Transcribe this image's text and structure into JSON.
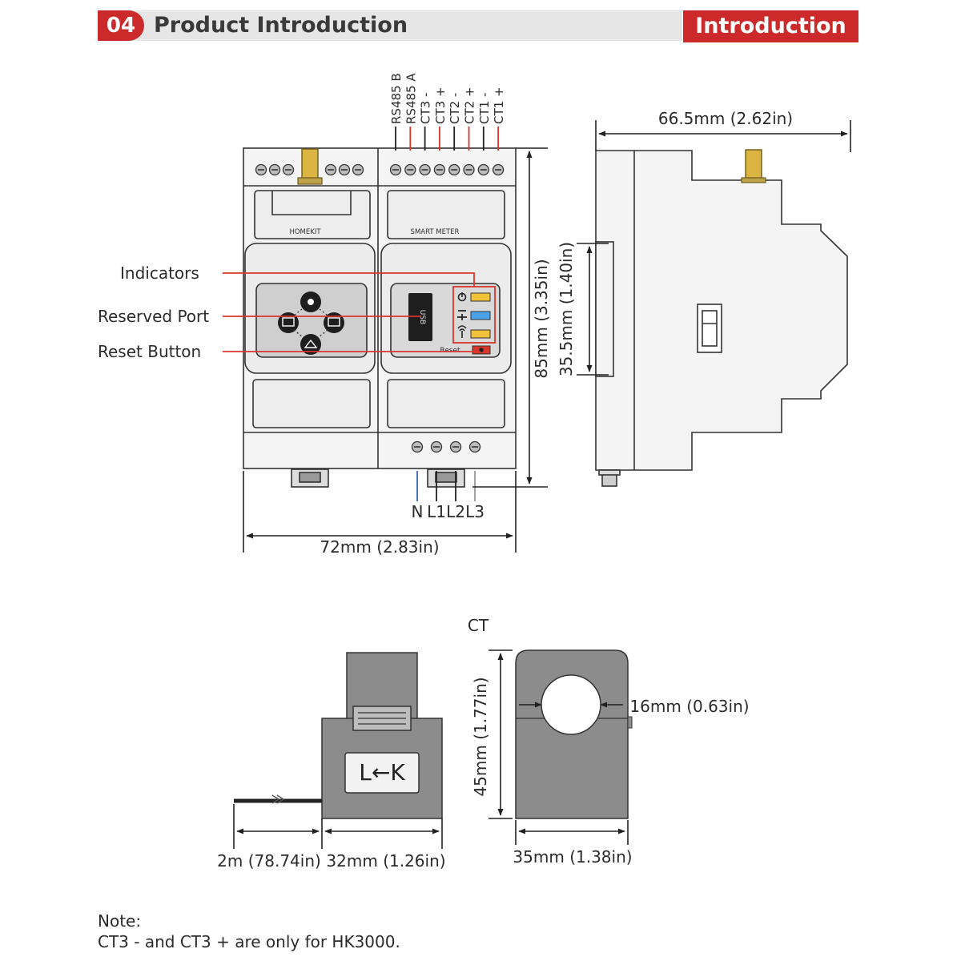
{
  "header": {
    "number": "04",
    "title": "Product Introduction",
    "tag": "Introduction"
  },
  "colors": {
    "accent": "#cc2a2a",
    "header_bar": "#e6e6e6",
    "wire_red": "#d9362b",
    "wire_blue": "#3a63b8",
    "led_yellow": "#f2c13a",
    "led_blue": "#4aa3e8",
    "connector_gold": "#dcb441",
    "ct_gray": "#8c8c8c"
  },
  "meter": {
    "terminals_top": [
      "RS485 B",
      "RS485 A",
      "CT3 -",
      "CT3 +",
      "CT2 -",
      "CT2 +",
      "CT1 -",
      "CT1 +"
    ],
    "terminals_bottom": [
      "N",
      "L1",
      "L2",
      "L3"
    ],
    "label_homekit": "HOMEKIT",
    "label_smart_meter": "SMART METER",
    "usb_label": "USB",
    "reset_label": "Reset",
    "callouts": {
      "indicators": "Indicators",
      "reserved_port": "Reserved Port",
      "reset_button": "Reset Button"
    },
    "dims": {
      "width": "72mm (2.83in)",
      "height": "85mm (3.35in)",
      "depth": "66.5mm (2.62in)",
      "rail": "35.5mm (1.40in)"
    }
  },
  "ct": {
    "title": "CT",
    "arrow_label": "L←K",
    "dims": {
      "cable": "2m (78.74in)",
      "side_width": "32mm (1.26in)",
      "front_width": "35mm (1.38in)",
      "height": "45mm (1.77in)",
      "hole": "16mm (0.63in)"
    }
  },
  "note": {
    "heading": "Note:",
    "text": "CT3 - and  CT3 + are only for HK3000."
  }
}
